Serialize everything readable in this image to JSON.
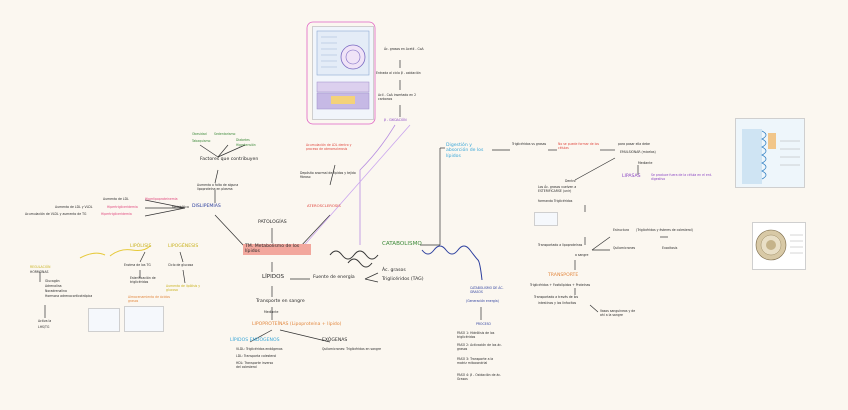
{
  "center_title": "TM. Metabolismo de los lípidos",
  "left": {
    "patologias": "PATOLOGÍAS",
    "dislipemias": "DISLIPEMIAS",
    "aterosclerosis": "ATEROSCLEROSIS",
    "obesidad": "Obesidad",
    "sedentarismo": "Sedentarismo",
    "tabaquismo": "Tabaquismo",
    "diabetes": "Diabetes",
    "hipertension": "Hipertensión",
    "factores": "Factores que contribuyen",
    "aumento_falta": "Aumento o falta de alguna lipoproteína en plasma",
    "aumento_ldl": "Aumento de LDL",
    "hiperlipoproteinemia": "Hiperlipoproteinemia",
    "aumento_ldl_vldl": "Aumento de LDL y VLDL",
    "hipertrigliceridemia": "Hipertrigliceridemia",
    "acumulacion_vldl": "Acumulación de VLDL y aumento de TG",
    "hipertrigliceridemia2": "Hipertrigliceridemia",
    "metabolica": "Metabólica",
    "deposito": "Depósito anormal de lípidos y tejido fibroso",
    "acumulacion_ldl": "Acumulación de LDL dentro y proceso de ateroesclerosis",
    "lipolisis": "LIPÓLISIS",
    "lipogenesis": "LIPOGÉNESIS",
    "regulacion": "REGULACIÓN",
    "hormonas": "HORMONAS",
    "glucagon": "Glucagón",
    "adrenalina": "Adrenalina",
    "noradrenalina": "Noradrenalina",
    "hormona_adreno": "Hormona adrenocorticotrópica",
    "activa": "Activa la",
    "lhs": "LHS/TG",
    "enzima_tg": "Enzima de los TG",
    "esterificacion": "Esterificación de triglicéridos",
    "ciclo_glucosa": "Ciclo de glucosa",
    "aumento_lipolisis": "Aumento de lipólisis y glucosa",
    "almacenamiento": "Almacenamiento de ácidos grasos"
  },
  "center": {
    "lipidos": "LÍPIDOS",
    "fuente": "Fuente de energía",
    "ac_grasos": "Ác. grasos",
    "trigliceridos_tag": "Triglicéridos (TAG)",
    "transporte": "Transporte en sangre",
    "mediante": "Mediante",
    "lipoproteinas": "LIPOPROTEÍNAS (Lipoproteína + lípido)",
    "lipids_endogenas": "LÍPIDOS ENDÓGENOS",
    "exogenas": "EXÓGENAS",
    "vldl": "VLDL: Triglicéridos endógenos",
    "ldl": "LDL: Transporta colesterol",
    "hdl": "HDL: Transporte inverso del colesterol",
    "quilomicrones": "Quilomicrones: Triglicéridos en sangre"
  },
  "top": {
    "b_oxidacion": "β - OXIDACIÓN",
    "acil_coa": "Acil - CoA insertado en 2 carbonos",
    "entrada": "Entrada al ciclo β - oxidación",
    "ac_grasos_acil": "Ác. grasos en Acetil - CoA"
  },
  "catabolismo": {
    "title": "CATABOLISMO",
    "subtitle": "CATABOLISMO DE ÁC. GRASOS",
    "subtitle2": "(Generación energía)",
    "proceso": "PROCESO",
    "paso1": "PASO 1: Hidrólisis de los triglicéridos",
    "paso2": "PASO 2: Activación de los ác. grasos",
    "paso3": "PASO 3: Transporte a la matriz mitocondrial",
    "paso4": "PASO 4: β - Oxidación de ác. Grasos"
  },
  "right": {
    "digestion": "Digestión y absorción de los lípidos",
    "trig_acg": "Triglicéridos vs grasas",
    "no_puede": "No se puede formar de los células",
    "para_pasar": "para pasar ella debe",
    "emulsionar": "EMULSIONAR (micelas)",
    "mediante": "Mediante",
    "lipasas": "LIPASAS",
    "se_produce": "Se produce fuera de la célula en el ent. digestivo",
    "dentro": "Dentro",
    "los_ac": "Los Ác. grasos vuelven a ESTERIFICARSE (unir)",
    "formando": "formando Triglicéridos",
    "transportado": "Transportado a lipoproteínas",
    "a_sangre": "a sangre",
    "estructura": "Estructura",
    "trig_colesterol": "(Triglicéridos y ésteres de colesterol)",
    "transporte_label": "TRANSPORTE",
    "tgp": "Triglicéridos + Fosfolípidos + Proteínas",
    "transportado2": "Transportado a través de los",
    "intestinos": "intestinos y los linfocitos",
    "vasos": "Vasos sanguíneos y de ahí a la sangre",
    "quilomicrones": "Quilomicrones",
    "exocitosis": "Exocitosis"
  },
  "colors": {
    "red": "#e0483f",
    "pink": "#e0457b",
    "green": "#3d8a3a",
    "blue": "#2e7ec7",
    "navy": "#2b3e9e",
    "purple": "#8a45c4",
    "orange": "#e2873e",
    "yellow": "#c9b21e"
  }
}
